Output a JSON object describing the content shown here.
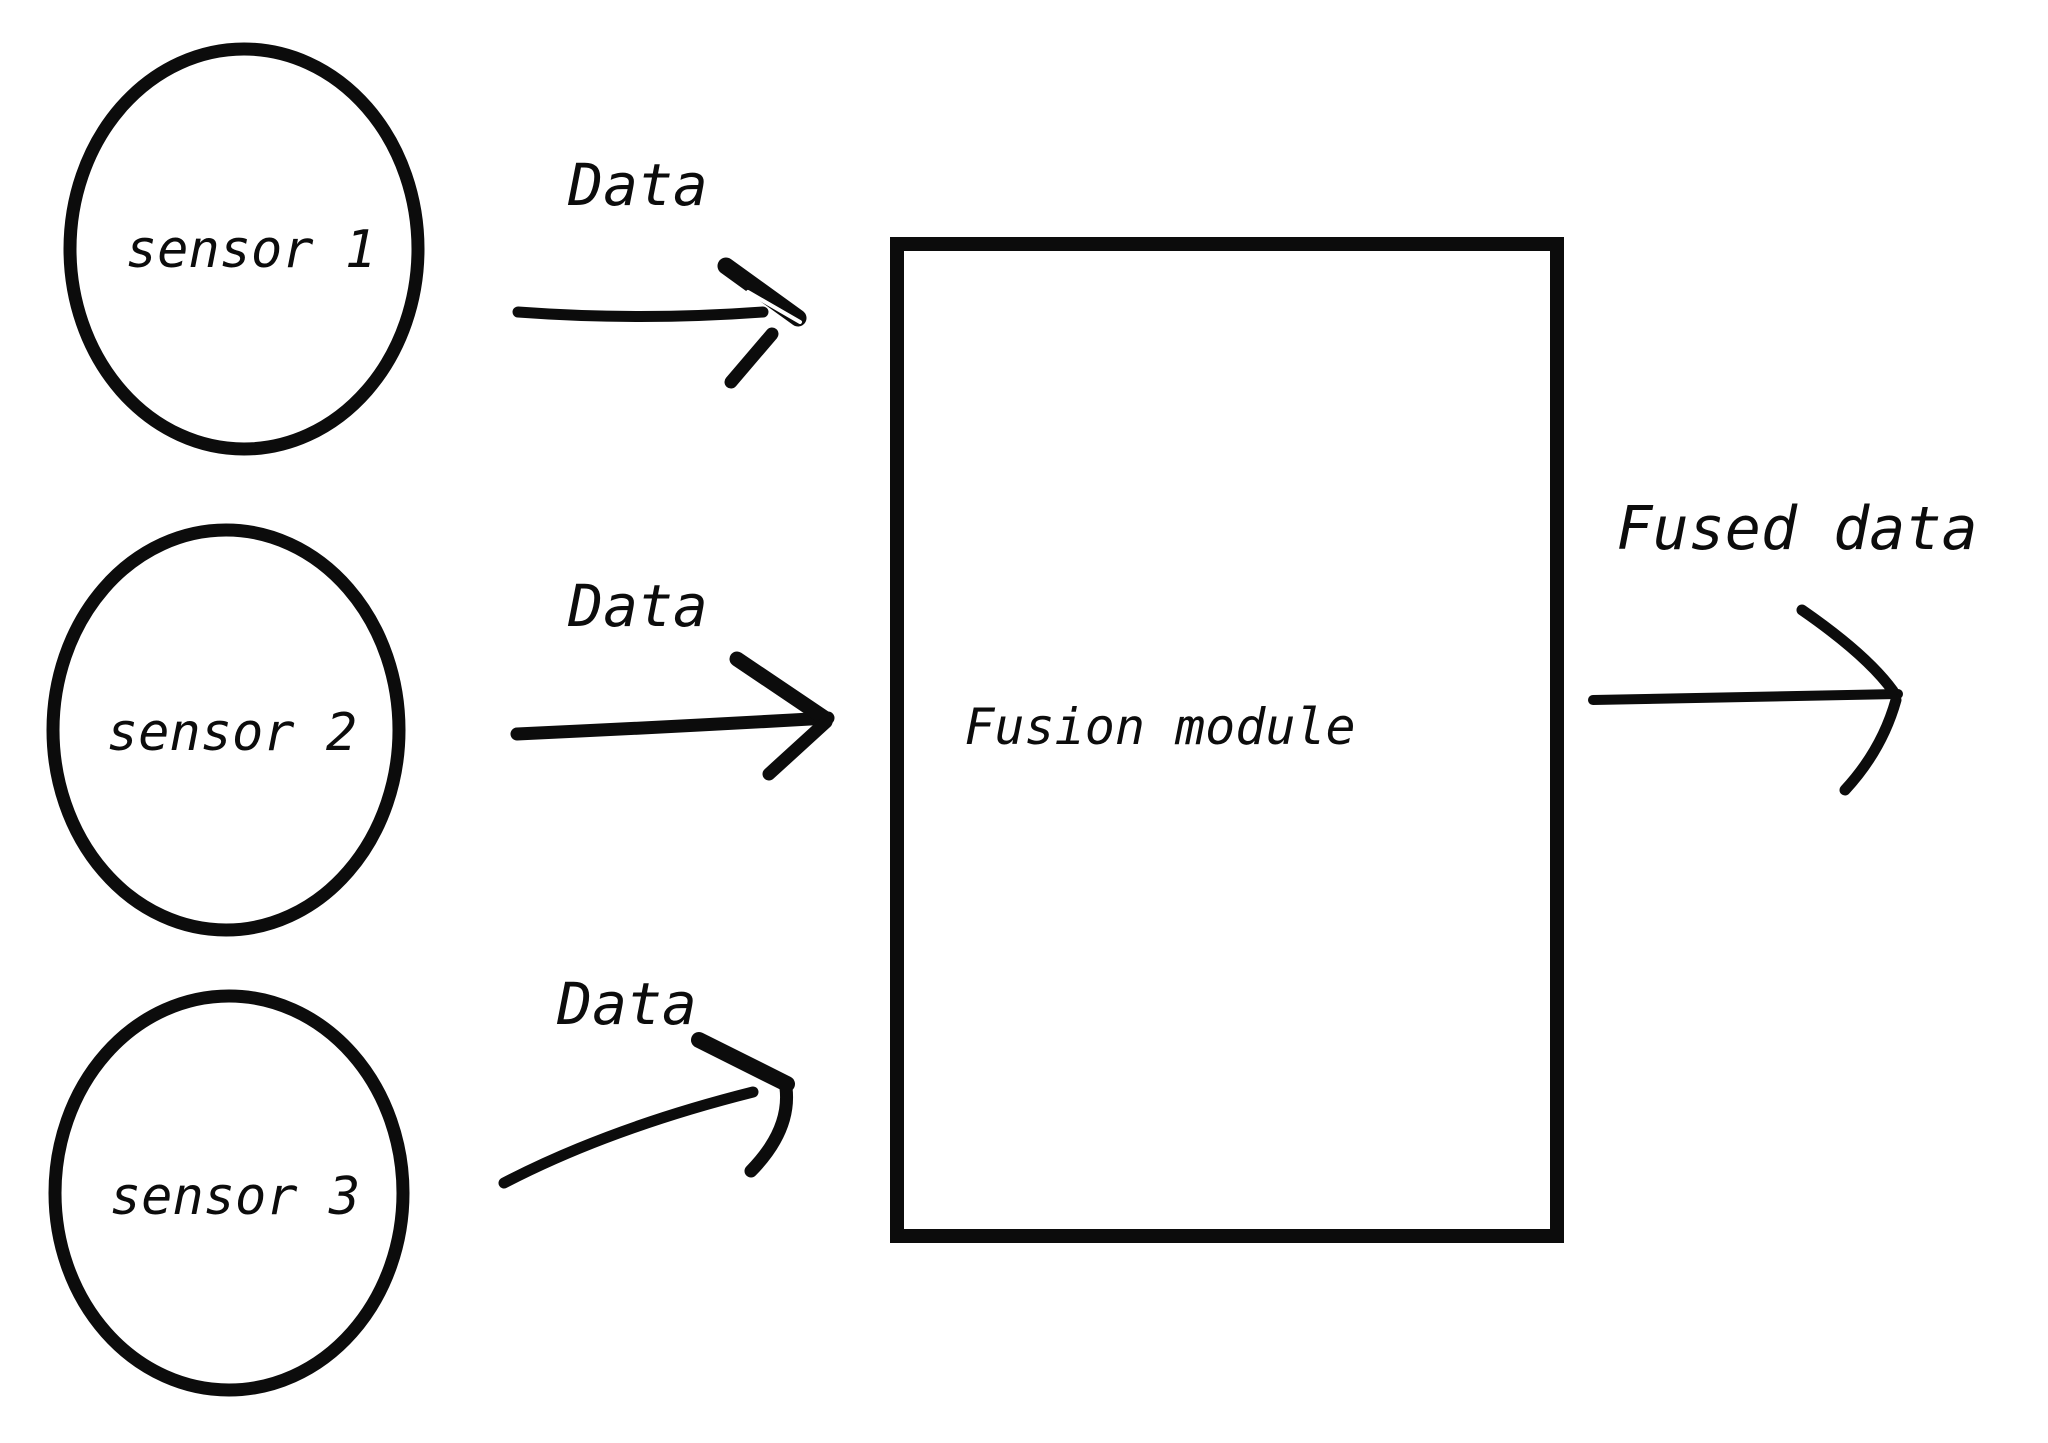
{
  "colors": {
    "background": "#ffffff",
    "ink": "#0c0c0c",
    "paper": "#ffffff"
  },
  "diagram": {
    "type": "data-flow-diagram",
    "nodes": {
      "sensor1": {
        "label": "sensor 1",
        "shape": "circle"
      },
      "sensor2": {
        "label": "sensor 2",
        "shape": "circle"
      },
      "sensor3": {
        "label": "sensor 3",
        "shape": "circle"
      },
      "fusion_module": {
        "label": "Fusion module",
        "shape": "rectangle"
      }
    },
    "edges": {
      "sensor1_to_fusion": {
        "label": "Data",
        "from": "sensor1",
        "to": "fusion_module"
      },
      "sensor2_to_fusion": {
        "label": "Data",
        "from": "sensor2",
        "to": "fusion_module"
      },
      "sensor3_to_fusion": {
        "label": "Data",
        "from": "sensor3",
        "to": "fusion_module"
      },
      "fusion_output": {
        "label": "Fused data",
        "from": "fusion_module",
        "to": "output"
      }
    }
  }
}
